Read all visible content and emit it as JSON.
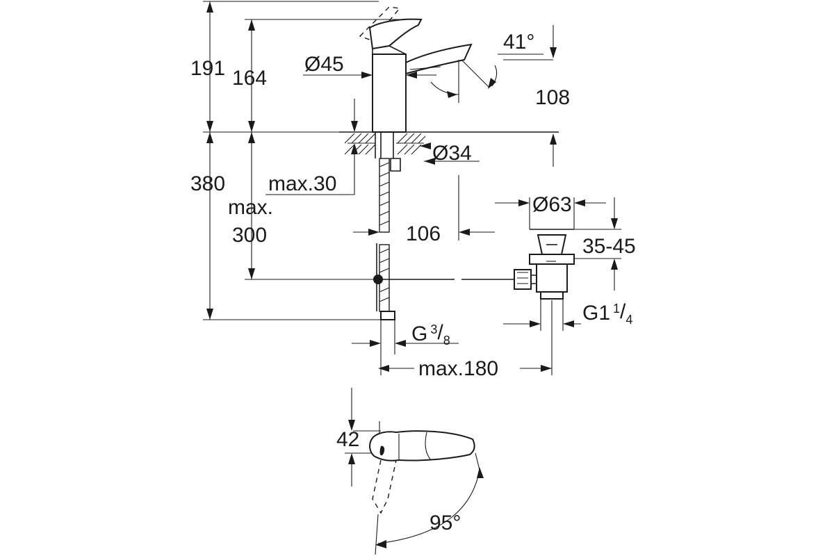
{
  "dimensions": {
    "total_height": "191",
    "spout_height": "164",
    "body_diameter": "Ø45",
    "spout_angle": "41°",
    "spout_reach": "108",
    "hole_diameter": "Ø34",
    "deck_thickness": "max.30",
    "below_deck": "380",
    "max_depth_line1": "max.",
    "max_depth_line2": "300",
    "hose_offset": "106",
    "waste_diameter": "Ø63",
    "waste_range": "35-45",
    "waste_thread_main": "G1",
    "waste_thread_num": "1",
    "waste_thread_den": "4",
    "hose_thread_main": "G",
    "hose_thread_num": "3",
    "hose_thread_den": "8",
    "max_length": "max.180",
    "lever_height": "42",
    "lever_rotation": "95°"
  }
}
